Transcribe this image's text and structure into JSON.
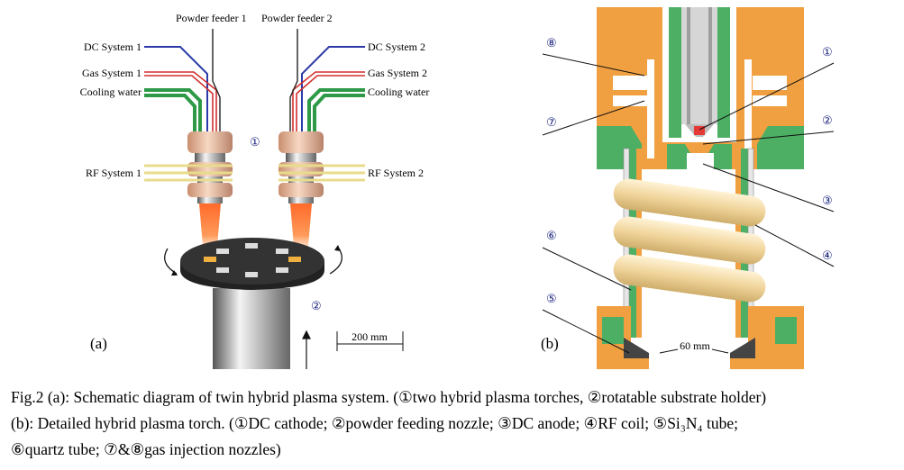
{
  "panel_a": {
    "label": "(a)",
    "powder_feeder_1": "Powder feeder 1",
    "powder_feeder_2": "Powder feeder 2",
    "dc_system_1": "DC System 1",
    "dc_system_2": "DC System 2",
    "gas_system_1": "Gas System 1",
    "gas_system_2": "Gas System 2",
    "cooling_water_left": "Cooling water",
    "cooling_water_right": "Cooling water",
    "rf_system_1": "RF System 1",
    "rf_system_2": "RF System 2",
    "marker_1": "①",
    "marker_2": "②",
    "scale": "200 mm"
  },
  "panel_b": {
    "label": "(b)",
    "markers": [
      "①",
      "②",
      "③",
      "④",
      "⑤",
      "⑥",
      "⑦",
      "⑧"
    ],
    "scale": "60 mm"
  },
  "caption": {
    "line1": "Fig.2 (a): Schematic diagram of twin hybrid plasma system. (①two hybrid plasma torches, ②rotatable substrate holder)",
    "line2": "(b): Detailed hybrid plasma torch. (①DC cathode; ②powder feeding nozzle; ③DC anode; ④RF coil; ⑤Si₃N₄ tube;",
    "line3": "⑥quartz tube; ⑦&⑧gas injection nozzles)"
  },
  "colors": {
    "orange": "#f0a040",
    "green": "#4caf64",
    "cream": "#f2dca8",
    "torch_copper": "#e8b89a",
    "marker_blue": "#1a237e"
  }
}
